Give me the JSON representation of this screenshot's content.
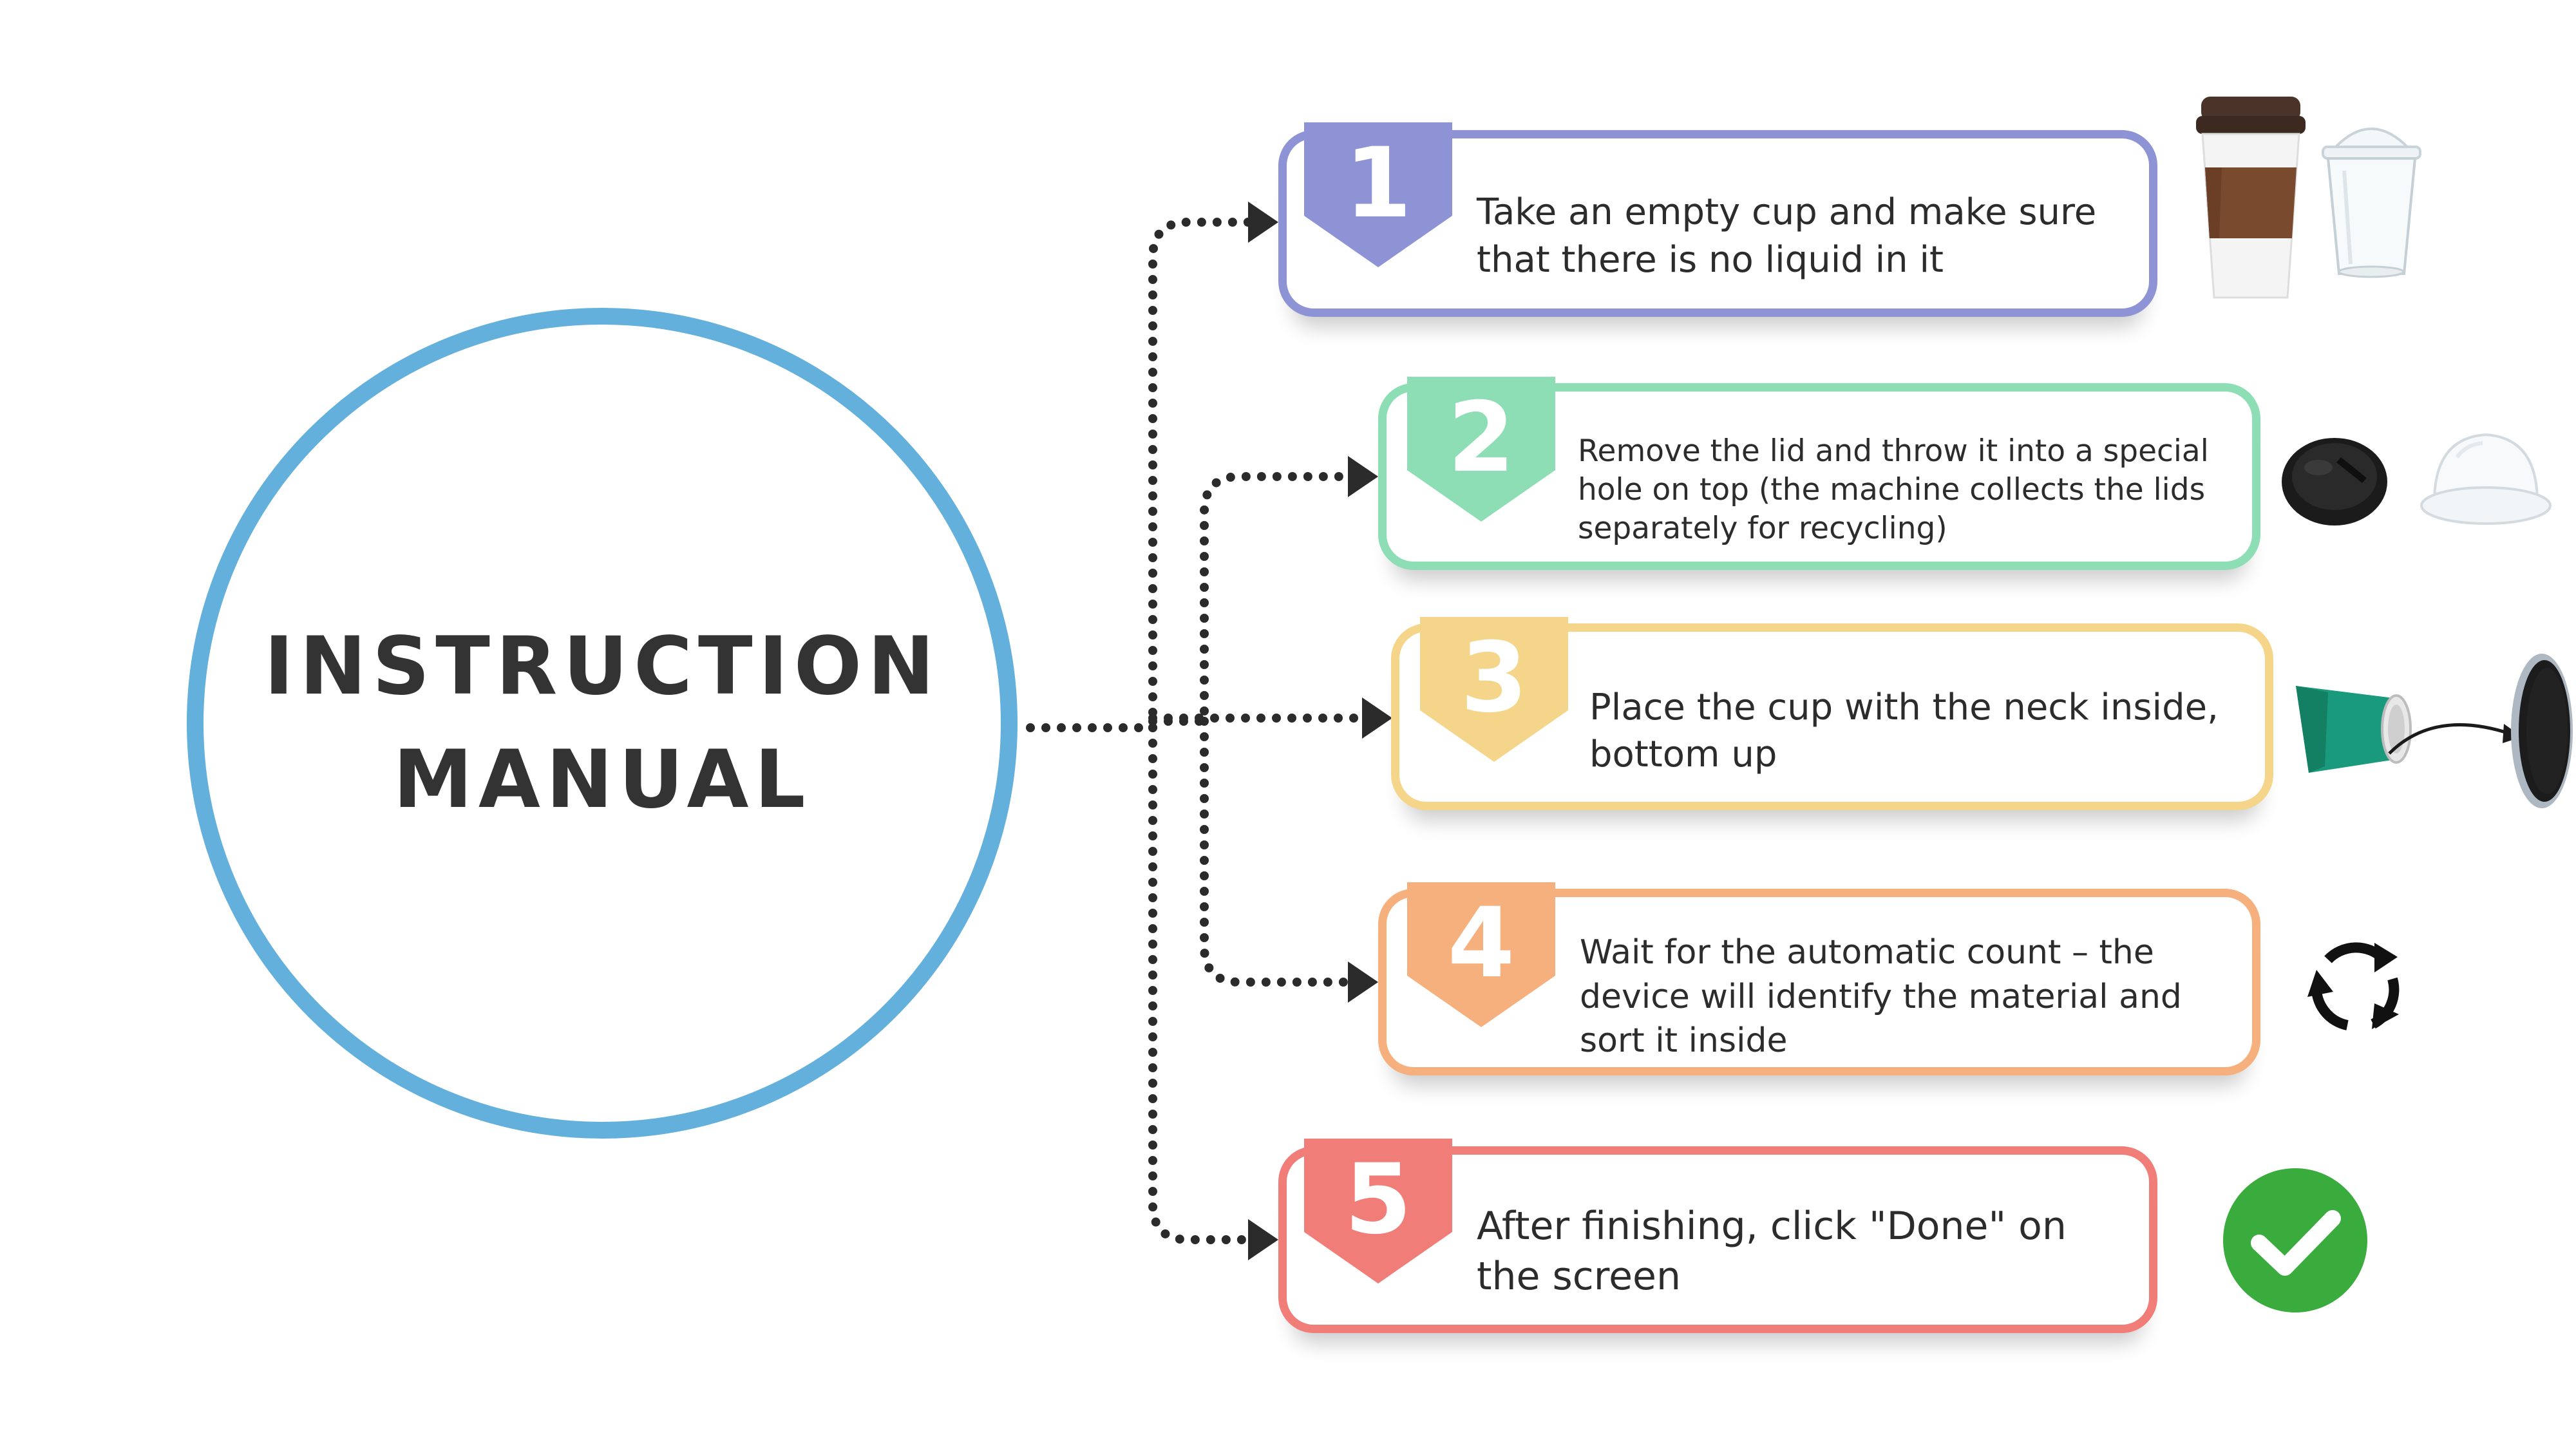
{
  "title": {
    "line1": "INSTRUCTION",
    "line2": "MANUAL"
  },
  "colors": {
    "circle": "#64b0dc",
    "connector": "#2b2b2b",
    "step1": "#8e93d6",
    "step2": "#8dddb5",
    "step3": "#f5d58a",
    "step4": "#f5b07d",
    "step5": "#f17d78",
    "done_check": "#3aac3e"
  },
  "steps": [
    {
      "number": "1",
      "text": "Take an empty cup and make sure\nthat there is no liquid in it",
      "icons": [
        "coffee-cup-icon",
        "plastic-cup-icon"
      ]
    },
    {
      "number": "2",
      "text": "Remove the lid and throw it into a special\nhole on top (the machine collects the lids\nseparately for recycling)",
      "icons": [
        "black-lid-icon",
        "clear-dome-lid-icon"
      ]
    },
    {
      "number": "3",
      "text": "Place the cup with the neck inside,\nbottom up",
      "icons": [
        "tilted-cup-icon",
        "machine-hole-icon"
      ]
    },
    {
      "number": "4",
      "text": "Wait for the automatic count – the\ndevice will identify the material and\nsort it inside",
      "icons": [
        "recycle-icon"
      ]
    },
    {
      "number": "5",
      "text": "After finishing, click \"Done\" on\nthe screen",
      "icons": [
        "done-check-icon"
      ]
    }
  ]
}
